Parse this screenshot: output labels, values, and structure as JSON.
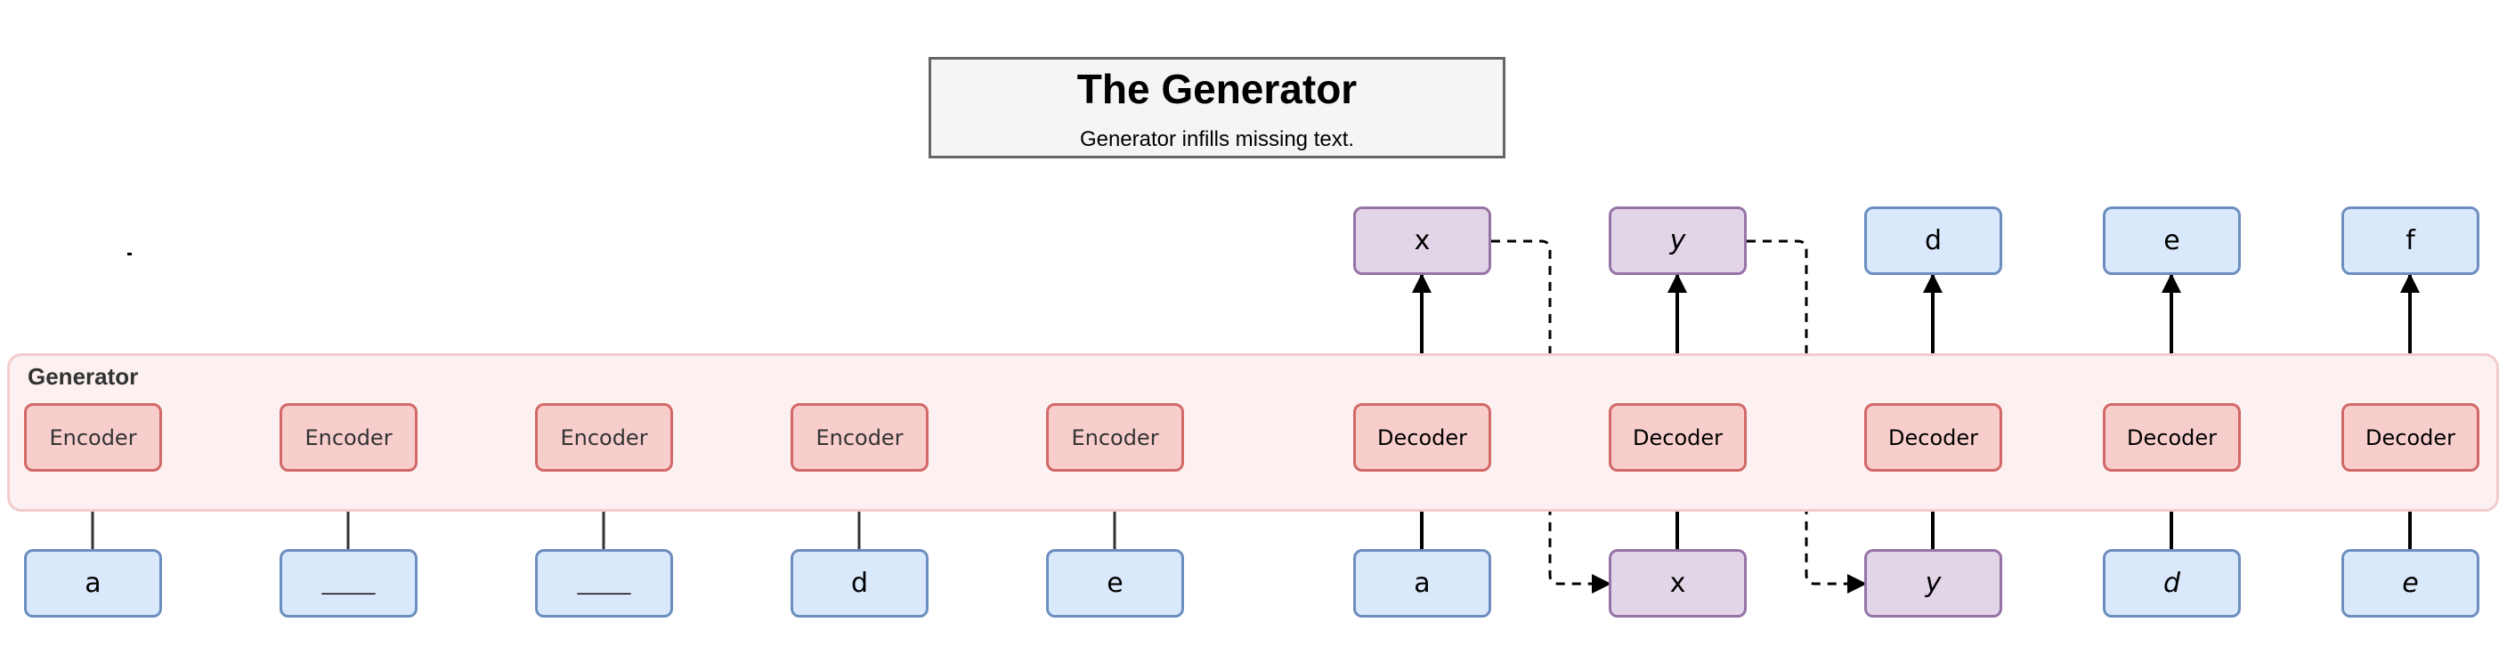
{
  "title": "The Generator",
  "subtitle": "Generator infills missing text.",
  "group_label": "Generator",
  "encoders": [
    {
      "label": "Encoder",
      "input": "a"
    },
    {
      "label": "Encoder",
      "input": "______"
    },
    {
      "label": "Encoder",
      "input": "______"
    },
    {
      "label": "Encoder",
      "input": "d"
    },
    {
      "label": "Encoder",
      "input": "e"
    }
  ],
  "decoders": [
    {
      "label": "Decoder",
      "input": "a",
      "output": "x"
    },
    {
      "label": "Decoder",
      "input": "x",
      "output": "y"
    },
    {
      "label": "Decoder",
      "input": "y",
      "output": "d"
    },
    {
      "label": "Decoder",
      "input": "d",
      "output": "e"
    },
    {
      "label": "Decoder",
      "input": "e",
      "output": "f"
    }
  ],
  "colors": {
    "blue_fill": "#dae8fc",
    "blue_stroke": "#6c8ebf",
    "purple_fill": "#e1d5e7",
    "purple_stroke": "#9673a6",
    "red_fill": "#f8cecc",
    "red_stroke": "#d26868",
    "red_arrow": "#d32f2f",
    "dark_arrow": "#333333"
  }
}
